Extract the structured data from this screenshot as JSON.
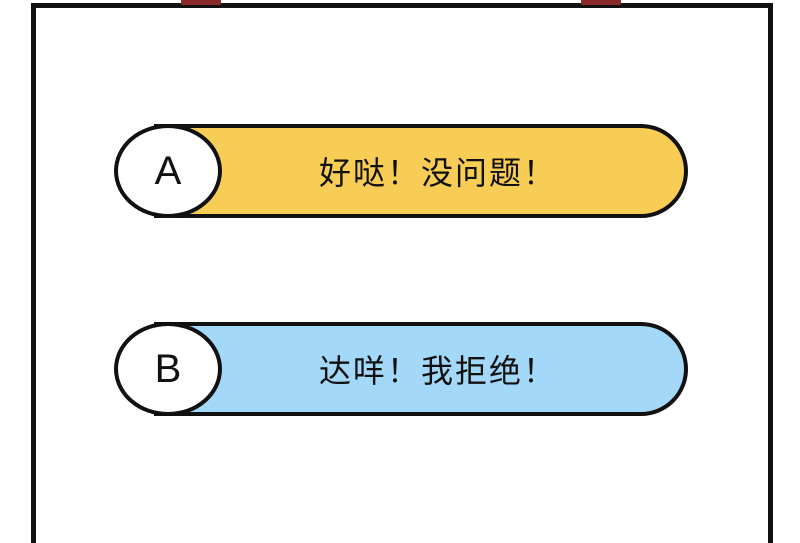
{
  "options": [
    {
      "letter": "A",
      "text": "好哒！没问题！",
      "color": "#F8CD55"
    },
    {
      "letter": "B",
      "text": "达咩！我拒绝！",
      "color": "#A4D8F8"
    }
  ]
}
